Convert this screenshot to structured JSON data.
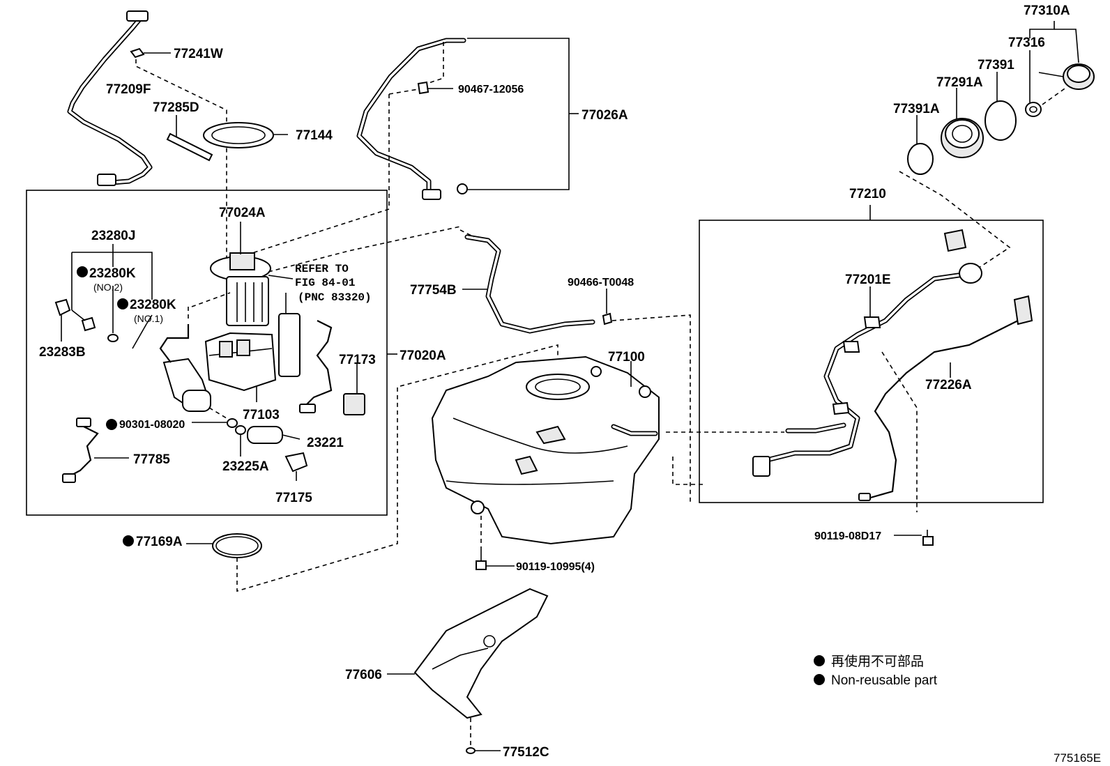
{
  "labels": {
    "p77310A": "77310A",
    "p77316": "77316",
    "p77391": "77391",
    "p77291A": "77291A",
    "p77391A": "77391A",
    "p77210": "77210",
    "p77201E": "77201E",
    "p77226A": "77226A",
    "p90119_08D17": "90119-08D17",
    "p77241W": "77241W",
    "p77209F": "77209F",
    "p77285D": "77285D",
    "p77144": "77144",
    "p90467_12056": "90467-12056",
    "p77026A": "77026A",
    "p77024A": "77024A",
    "p23280J": "23280J",
    "p23280K_a": "23280K",
    "p23280K_b": "23280K",
    "p23283B": "23283B",
    "p77020A": "77020A",
    "p77173": "77173",
    "p77103": "77103",
    "p90301_08020": "90301-08020",
    "p23221": "23221",
    "p23225A": "23225A",
    "p77785": "77785",
    "p77175": "77175",
    "p77169A": "77169A",
    "p77754B": "77754B",
    "p90466_T0048": "90466-T0048",
    "p77100": "77100",
    "p90119_10995": "90119-10995(4)",
    "p77606": "77606",
    "p77512C": "77512C"
  },
  "notes": {
    "no2": "(NO.2)",
    "no1": "(NO.1)",
    "refer_line1": "REFER TO",
    "refer_line2": "FIG 84-01",
    "refer_line3": "(PNC 83320)"
  },
  "legend": {
    "jp": "再使用不可部品",
    "en": "Non-reusable part"
  },
  "figure_id": "775165E"
}
